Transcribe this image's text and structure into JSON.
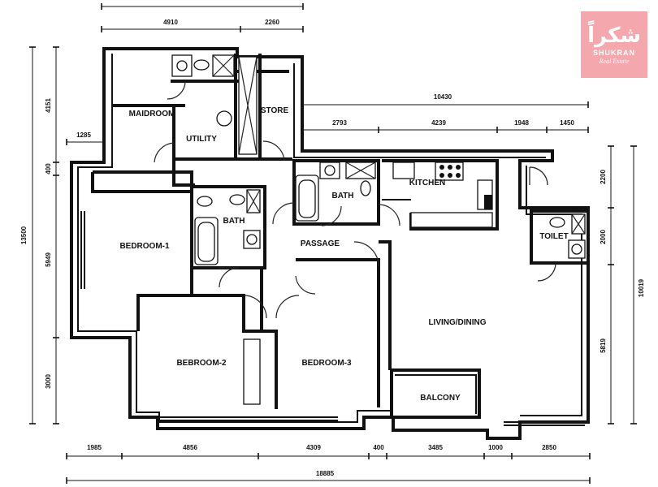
{
  "rooms": {
    "maidroom": "MAIDROOM",
    "utility": "UTILITY",
    "store": "STORE",
    "bath_upper": "BATH",
    "bath_lower": "BATH",
    "kitchen": "KITCHEN",
    "toilet": "TOILET",
    "bedroom1": "BEDROOM-1",
    "bedroom2": "BEBROOM-2",
    "bedroom3": "BEDROOM-3",
    "passage": "PASSAGE",
    "living": "LIVING/DINING",
    "balcony": "BALCONY"
  },
  "dimensions": {
    "top_a": "4910",
    "top_b": "2260",
    "mid_total": "10430",
    "mid_a": "2793",
    "mid_b": "4239",
    "mid_c": "1948",
    "mid_d": "1450",
    "left_1285": "1285",
    "left_4151": "4151",
    "left_400": "400",
    "left_5949": "5949",
    "left_3000": "3000",
    "left_total": "13500",
    "right_2200": "2200",
    "right_2000": "2000",
    "right_5819": "5819",
    "right_total": "10019",
    "bot_1985": "1985",
    "bot_4856": "4856",
    "bot_4309": "4309",
    "bot_400": "400",
    "bot_3485": "3485",
    "bot_1000": "1000",
    "bot_2850": "2850",
    "bot_total": "18885"
  },
  "logo": {
    "arabic": "شكراً",
    "name": "SHUKRAN",
    "tagline": "Real Estate",
    "background": "#f4a7ad"
  }
}
